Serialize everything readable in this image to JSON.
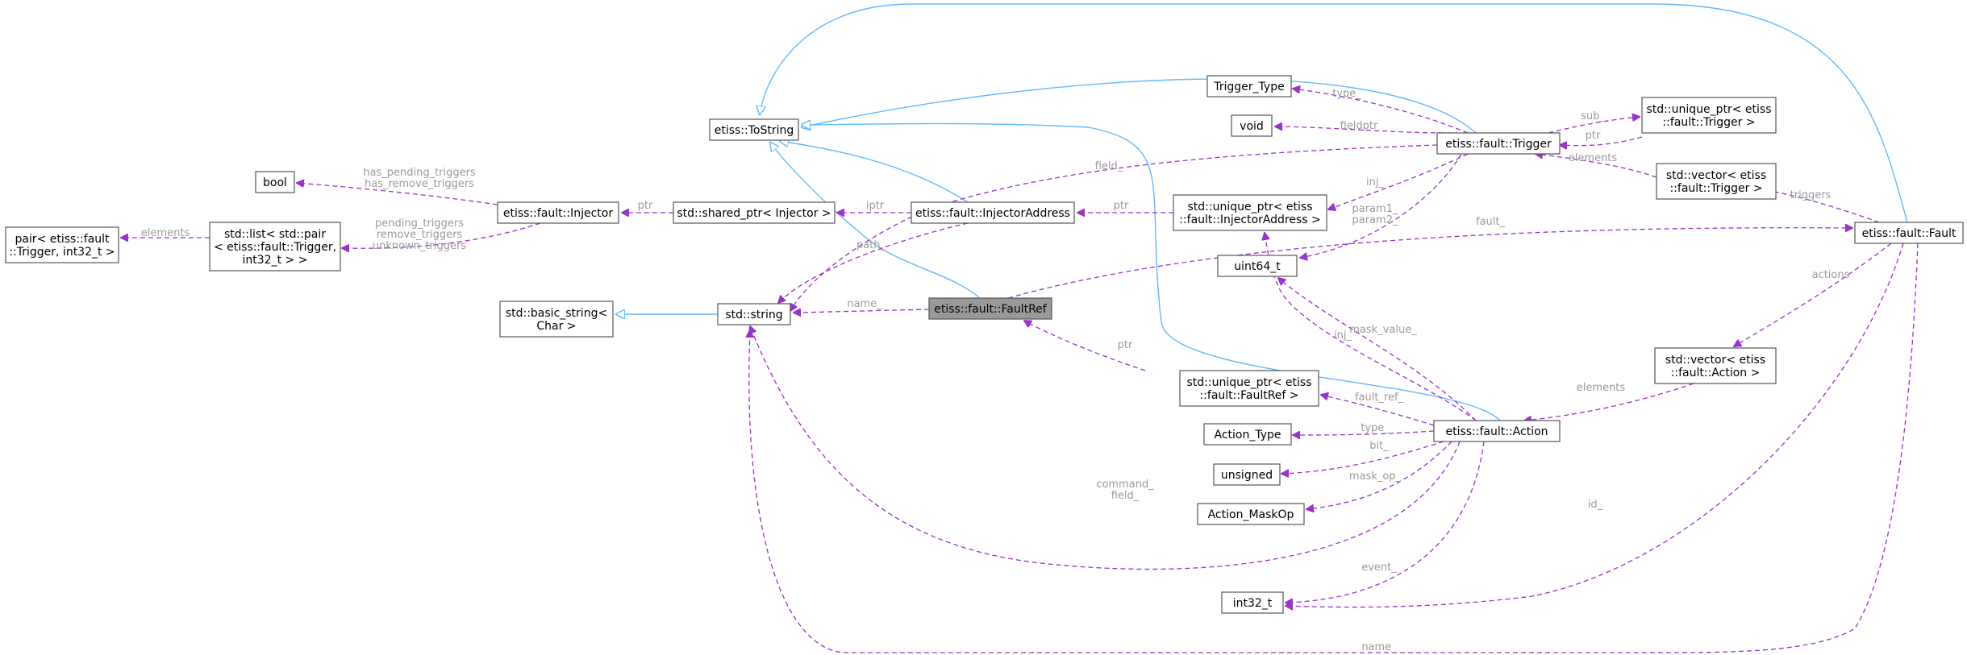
{
  "colors": {
    "inherit": "#63b8ff",
    "use": "#9a32cd",
    "label": "#9a9a9a",
    "focus": "#999999"
  },
  "nodes": [
    {
      "id": "tostring",
      "lines": [
        "etiss::ToString"
      ]
    },
    {
      "id": "trigger_type",
      "lines": [
        "Trigger_Type"
      ]
    },
    {
      "id": "void",
      "lines": [
        "void"
      ]
    },
    {
      "id": "trigger",
      "lines": [
        "etiss::fault::Trigger"
      ]
    },
    {
      "id": "uptr_trigger",
      "lines": [
        "std::unique_ptr< etiss",
        "::fault::Trigger >"
      ]
    },
    {
      "id": "vec_trigger",
      "lines": [
        "std::vector< etiss",
        "::fault::Trigger >"
      ]
    },
    {
      "id": "fault",
      "lines": [
        "etiss::fault::Fault"
      ]
    },
    {
      "id": "bool",
      "lines": [
        "bool"
      ]
    },
    {
      "id": "injector",
      "lines": [
        "etiss::fault::Injector"
      ]
    },
    {
      "id": "sptr_injector",
      "lines": [
        "std::shared_ptr< Injector >"
      ]
    },
    {
      "id": "injector_address",
      "lines": [
        "etiss::fault::InjectorAddress"
      ]
    },
    {
      "id": "uptr_ia",
      "lines": [
        "std::unique_ptr< etiss",
        "::fault::InjectorAddress >"
      ]
    },
    {
      "id": "pair",
      "lines": [
        "pair< etiss::fault",
        "::Trigger, int32_t >"
      ]
    },
    {
      "id": "list",
      "lines": [
        "std::list< std::pair",
        "< etiss::fault::Trigger,",
        "int32_t > >"
      ]
    },
    {
      "id": "basic_string",
      "lines": [
        "std::basic_string<",
        "Char >"
      ]
    },
    {
      "id": "string",
      "lines": [
        "std::string"
      ]
    },
    {
      "id": "faultref",
      "lines": [
        "etiss::fault::FaultRef"
      ]
    },
    {
      "id": "uint64",
      "lines": [
        "uint64_t"
      ]
    },
    {
      "id": "vec_action",
      "lines": [
        "std::vector< etiss",
        "::fault::Action >"
      ]
    },
    {
      "id": "uptr_faultref",
      "lines": [
        "std::unique_ptr< etiss",
        "::fault::FaultRef >"
      ]
    },
    {
      "id": "action",
      "lines": [
        "etiss::fault::Action"
      ]
    },
    {
      "id": "action_type",
      "lines": [
        "Action_Type"
      ]
    },
    {
      "id": "unsigned",
      "lines": [
        "unsigned"
      ]
    },
    {
      "id": "action_maskop",
      "lines": [
        "Action_MaskOp"
      ]
    },
    {
      "id": "int32",
      "lines": [
        "int32_t"
      ]
    }
  ],
  "edges": [
    {
      "id": "e_trigger_tostring",
      "type": "inherit",
      "label": []
    },
    {
      "id": "e_fault_tostring",
      "type": "inherit",
      "label": []
    },
    {
      "id": "e_action_tostring",
      "type": "inherit",
      "label": []
    },
    {
      "id": "e_ia_tostring",
      "type": "inherit",
      "label": []
    },
    {
      "id": "e_faultref_tostring",
      "type": "inherit",
      "label": []
    },
    {
      "id": "e_string_basic",
      "type": "inherit",
      "label": []
    },
    {
      "id": "e_type",
      "type": "use",
      "label": [
        "type_"
      ]
    },
    {
      "id": "e_fieldptr",
      "type": "use",
      "label": [
        "fieldptr"
      ]
    },
    {
      "id": "e_sub",
      "type": "use",
      "label": [
        "sub_"
      ]
    },
    {
      "id": "e_ptr_trig",
      "type": "use",
      "label": [
        "ptr"
      ]
    },
    {
      "id": "e_elements_trig",
      "type": "use",
      "label": [
        "elements"
      ]
    },
    {
      "id": "e_triggers",
      "type": "use",
      "label": [
        "triggers"
      ]
    },
    {
      "id": "e_field",
      "type": "use",
      "label": [
        "field_"
      ]
    },
    {
      "id": "e_inj_trig",
      "type": "use",
      "label": [
        "inj_"
      ]
    },
    {
      "id": "e_param",
      "type": "use",
      "label": [
        "param1_",
        "param2_"
      ]
    },
    {
      "id": "e_ptr_ia",
      "type": "use",
      "label": [
        "ptr"
      ]
    },
    {
      "id": "e_iptr",
      "type": "use",
      "label": [
        "iptr"
      ]
    },
    {
      "id": "e_ptr_inj",
      "type": "use",
      "label": [
        "ptr"
      ]
    },
    {
      "id": "e_has",
      "type": "use",
      "label": [
        "has_pending_triggers",
        "has_remove_triggers"
      ]
    },
    {
      "id": "e_pending",
      "type": "use",
      "label": [
        "pending_triggers",
        "remove_triggers",
        "unknown_triggers"
      ]
    },
    {
      "id": "e_elements_pair",
      "type": "use",
      "label": [
        "elements"
      ]
    },
    {
      "id": "e_path",
      "type": "use",
      "label": [
        "path_"
      ]
    },
    {
      "id": "e_name",
      "type": "use",
      "label": [
        "name_"
      ]
    },
    {
      "id": "e_fault",
      "type": "use",
      "label": [
        "fault_"
      ]
    },
    {
      "id": "e_ptr_fr",
      "type": "use",
      "label": [
        "ptr"
      ]
    },
    {
      "id": "e_inj_act",
      "type": "use",
      "label": [
        "inj_"
      ]
    },
    {
      "id": "e_mask_value",
      "type": "use",
      "label": [
        "mask_value_"
      ]
    },
    {
      "id": "e_actions",
      "type": "use",
      "label": [
        "actions"
      ]
    },
    {
      "id": "e_elements_act",
      "type": "use",
      "label": [
        "elements"
      ]
    },
    {
      "id": "e_fault_ref",
      "type": "use",
      "label": [
        "fault_ref_"
      ]
    },
    {
      "id": "e_type_act",
      "type": "use",
      "label": [
        "type_"
      ]
    },
    {
      "id": "e_bit",
      "type": "use",
      "label": [
        "bit_"
      ]
    },
    {
      "id": "e_mask_op",
      "type": "use",
      "label": [
        "mask_op_"
      ]
    },
    {
      "id": "e_command",
      "type": "use",
      "label": [
        "command_",
        "field_"
      ]
    },
    {
      "id": "e_event",
      "type": "use",
      "label": [
        "event_"
      ]
    },
    {
      "id": "e_id",
      "type": "use",
      "label": [
        "id_"
      ]
    },
    {
      "id": "e_name_fault",
      "type": "use",
      "label": [
        "name_"
      ]
    }
  ]
}
